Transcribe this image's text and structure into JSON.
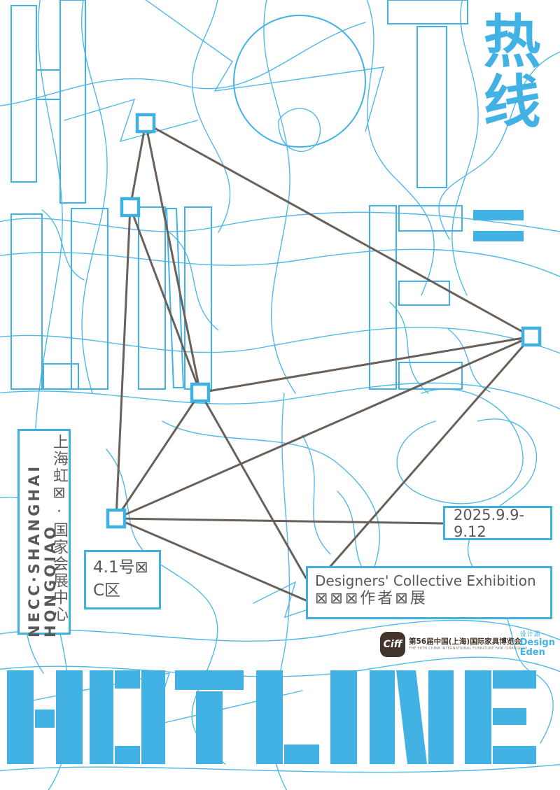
{
  "poster": {
    "title_outline_top": "HOT",
    "title_outline_mid": "LINE",
    "title_cn": "热线",
    "wordmark": "HOTLINE",
    "venue": {
      "en_line1": "NECC·SHANGHAI",
      "en_line2": "HONGQIAO",
      "cn": "上海虹⊠·国家会展中心"
    },
    "hall": {
      "line1": "4.1号⊠",
      "line2": "C区"
    },
    "dates": "2025.9.9-9.12",
    "exhibition": {
      "en": "Designers' Collective Exhibition",
      "cn": "⊠⊠⊠作者⊠展"
    },
    "fair": {
      "logo": "Ciff",
      "name_cn": "第56届中国(上海)国际家具博览会",
      "name_en": "THE 56TH CHINA INTERNATIONAL FURNITURE FAIR (SHANGHAI)"
    },
    "partner": {
      "cn": "设计源",
      "line1": "Design",
      "line2": "Eden"
    },
    "colors": {
      "cyan": "#41b2e3",
      "network_line": "#6a6058",
      "text": "#58595b",
      "logo_brown": "#43352b"
    }
  }
}
